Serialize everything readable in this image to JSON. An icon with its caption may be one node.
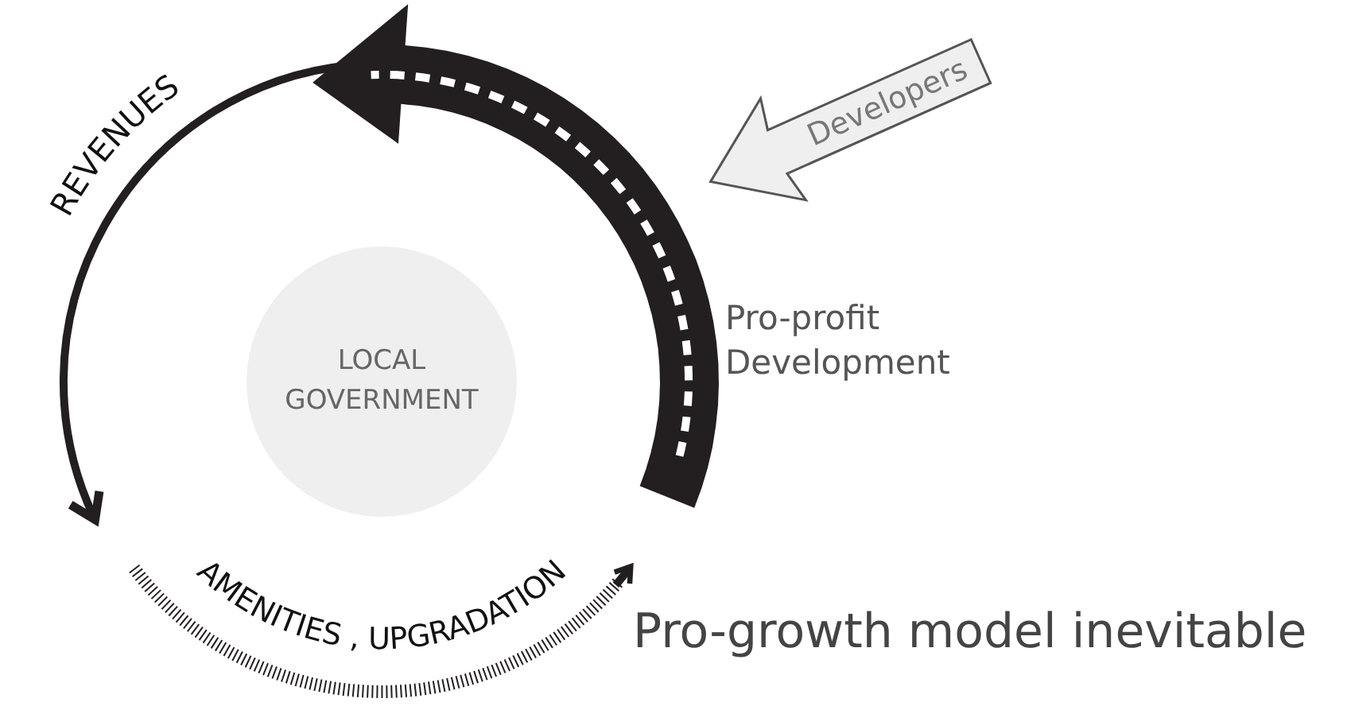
{
  "diagram": {
    "caption": "Pro-growth model inevitable",
    "nodes": [
      {
        "text": [
          "LOCAL GOVERNMENT"
        ]
      },
      {
        "text": [
          "Developers"
        ]
      }
    ],
    "labels": [
      "REVENUES",
      "AMENITIES , UPGRADATION",
      "Pro-profit Development"
    ]
  }
}
